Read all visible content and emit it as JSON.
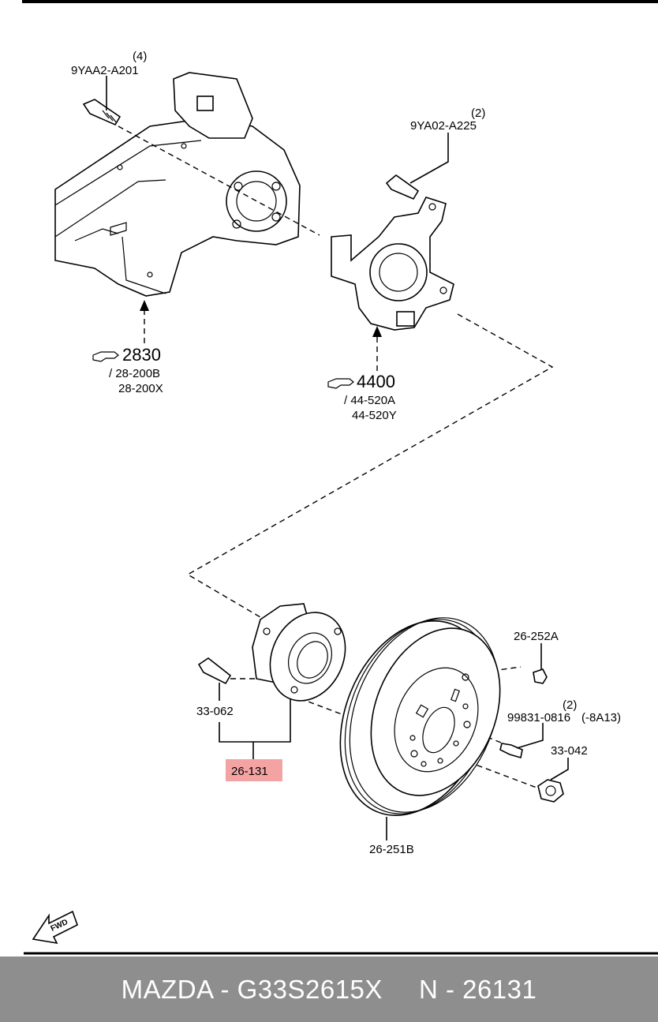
{
  "callouts": {
    "bolt_qty": "(4)",
    "bolt_code": "9YAA2-A201",
    "knuckle_bolt_qty": "(2)",
    "knuckle_bolt_code": "9YA02-A225",
    "crossmember_ref": "2830",
    "crossmember_sub1": "/ 28-200B",
    "crossmember_sub2": "28-200X",
    "knuckle_ref": "4400",
    "knuckle_sub1": "/ 44-520A",
    "knuckle_sub2": "44-520Y",
    "hub_bolt": "33-062",
    "hub_assembly": "26-131",
    "disc_screw": "26-252A",
    "stud_qty": "(2)",
    "stud_code": "99831-0816",
    "stud_note": "(-8A13)",
    "nut": "33-042",
    "disc": "26-251B",
    "fwd": "FWD"
  },
  "highlight_color": "#f4a3a3",
  "footer": {
    "brand_part": "MAZDA - G33S2615X",
    "ref": "N - 26131"
  }
}
